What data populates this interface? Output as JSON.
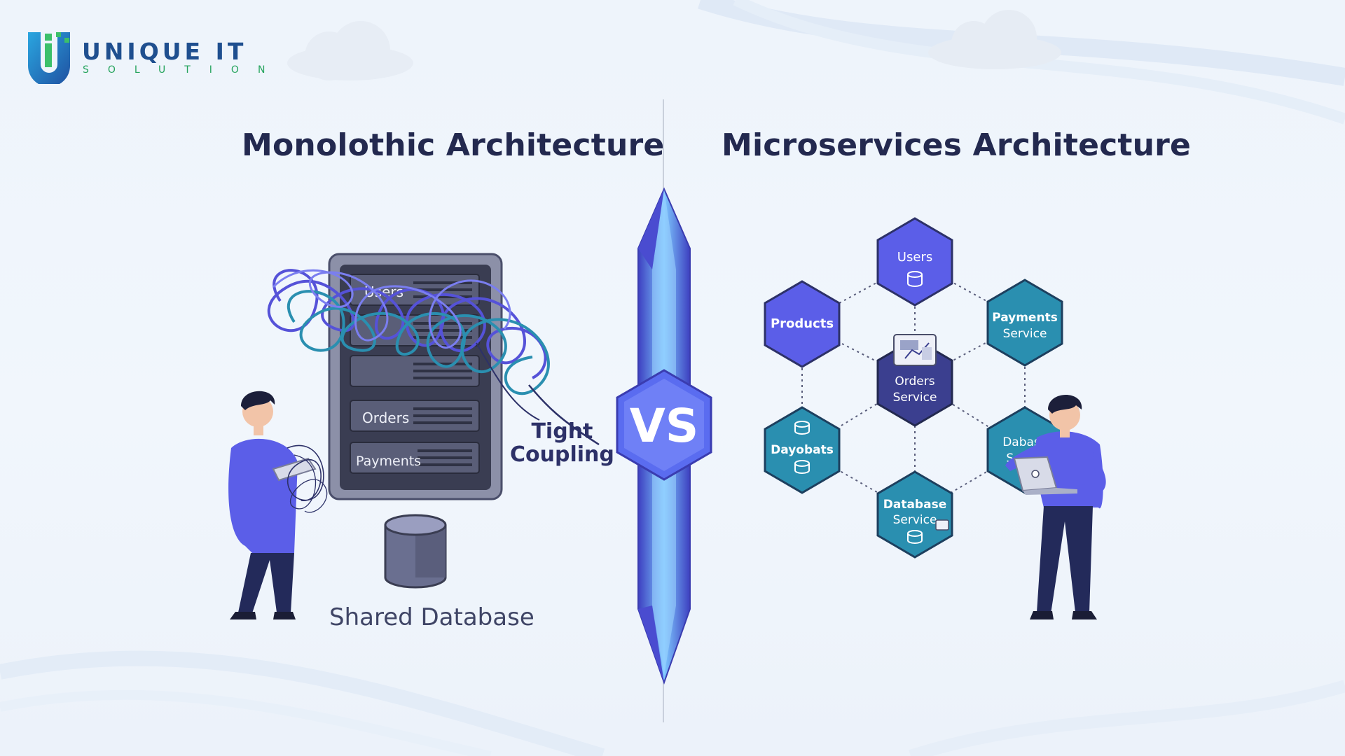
{
  "brand": {
    "name": "UNIQUE IT",
    "tagline": "SOLUTION"
  },
  "monolith": {
    "title": "Monolothic Architecture",
    "modules": [
      "Users",
      "Orders",
      "Payments"
    ],
    "coupling_label": [
      "Tight",
      "Coupling"
    ],
    "database_label": "Shared Database"
  },
  "versus": {
    "label": "VS"
  },
  "microservices": {
    "title": "Microservices Architecture",
    "nodes": {
      "users": [
        "Users"
      ],
      "products": [
        "Products"
      ],
      "payments": [
        "Payments",
        "Service"
      ],
      "orders": [
        "Orders",
        "Service"
      ],
      "dayobats": [
        "Dayobats"
      ],
      "database_partial": [
        "Dabas",
        "Se"
      ],
      "database": [
        "Database",
        "Service"
      ]
    }
  },
  "colors": {
    "title": "#23294f",
    "hex_purple": "#5b5ee8",
    "hex_teal": "#2a8fb0",
    "hex_dark": "#3b3f8f",
    "crystal": "#5a6cf0",
    "server": "#4a4e6a"
  }
}
